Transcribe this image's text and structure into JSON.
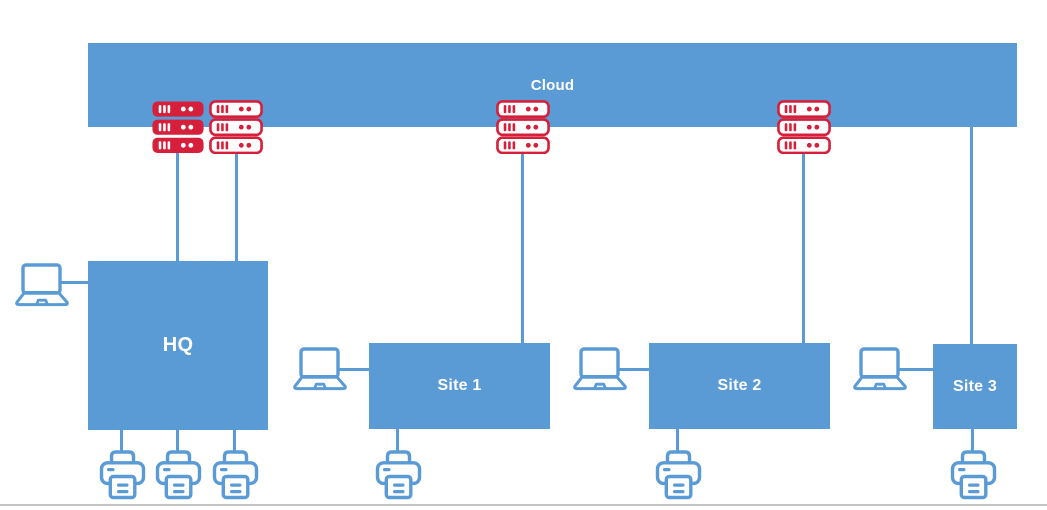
{
  "colors": {
    "primary_blue": "#5B9BD5",
    "server_red": "#D6203B",
    "divider_gray": "#C4C4C4",
    "label_text": "#FFFFFF"
  },
  "icons": {
    "laptop": "laptop-icon",
    "printer": "printer-icon",
    "server_stack": "server-stack-icon"
  },
  "diagram": {
    "cloud": {
      "label": "Cloud",
      "server_stacks_attached": 4
    },
    "hq": {
      "label": "HQ",
      "server_stacks": 2,
      "server_stack_styles": [
        "solid",
        "outline"
      ],
      "laptops": 1,
      "printers": 3
    },
    "sites": [
      {
        "label": "Site 1",
        "server_stacks": 1,
        "laptops": 1,
        "printers": 1
      },
      {
        "label": "Site 2",
        "server_stacks": 1,
        "laptops": 1,
        "printers": 1
      },
      {
        "label": "Site 3",
        "server_stacks": 0,
        "laptops": 1,
        "printers": 1
      }
    ]
  }
}
